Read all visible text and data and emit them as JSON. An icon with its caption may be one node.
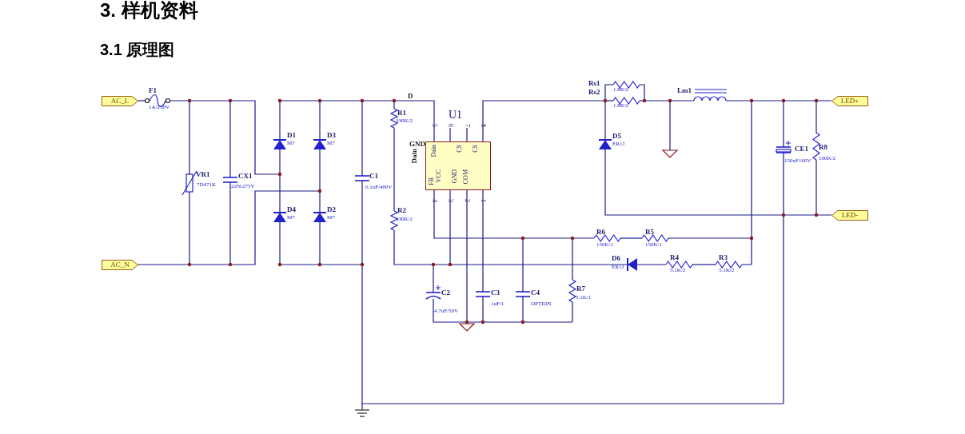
{
  "diagram": {
    "title": "3. 样机资料",
    "nodes": [
      {
        "text": [
          "AC_L"
        ]
      },
      {
        "text": [
          "AC_N"
        ]
      },
      {
        "text": [
          "LED+"
        ]
      },
      {
        "text": [
          "LED-"
        ]
      },
      {
        "text": [
          "Dain",
          "CS",
          "CS",
          "FB",
          "VCC",
          "GND",
          "COM"
        ],
        "beside": [
          "U1"
        ]
      }
    ],
    "labels": [
      "3.1 原理图",
      "F1",
      "1A/250V",
      "D",
      "Rs1",
      "Rs2",
      "1.8R/2",
      "1.8R/2",
      "Lm1",
      "R1",
      "330K/2",
      "5",
      "6",
      "7",
      "8",
      "GND",
      "Dain",
      "D1",
      "M7",
      "D3",
      "M7",
      "D5",
      "ER1J",
      "CE1",
      "150uF100V",
      "R8",
      "100K/2",
      "VR1",
      "7D471K",
      "CX1",
      "22N/275V",
      "C1",
      "0.1uF/400V",
      "4",
      "3",
      "2",
      "1",
      "D4",
      "M7",
      "D2",
      "M7",
      "R2",
      "330K/2",
      "R6",
      "150K/1",
      "R5",
      "150K/1",
      "D6",
      "ER1J",
      "R4",
      "5.1K/2",
      "R3",
      "5.1K/2",
      "C2",
      "4.7uF/50V",
      "C3",
      "1uF/1",
      "C4",
      "OPTION",
      "R7",
      "5.1K/1"
    ]
  }
}
